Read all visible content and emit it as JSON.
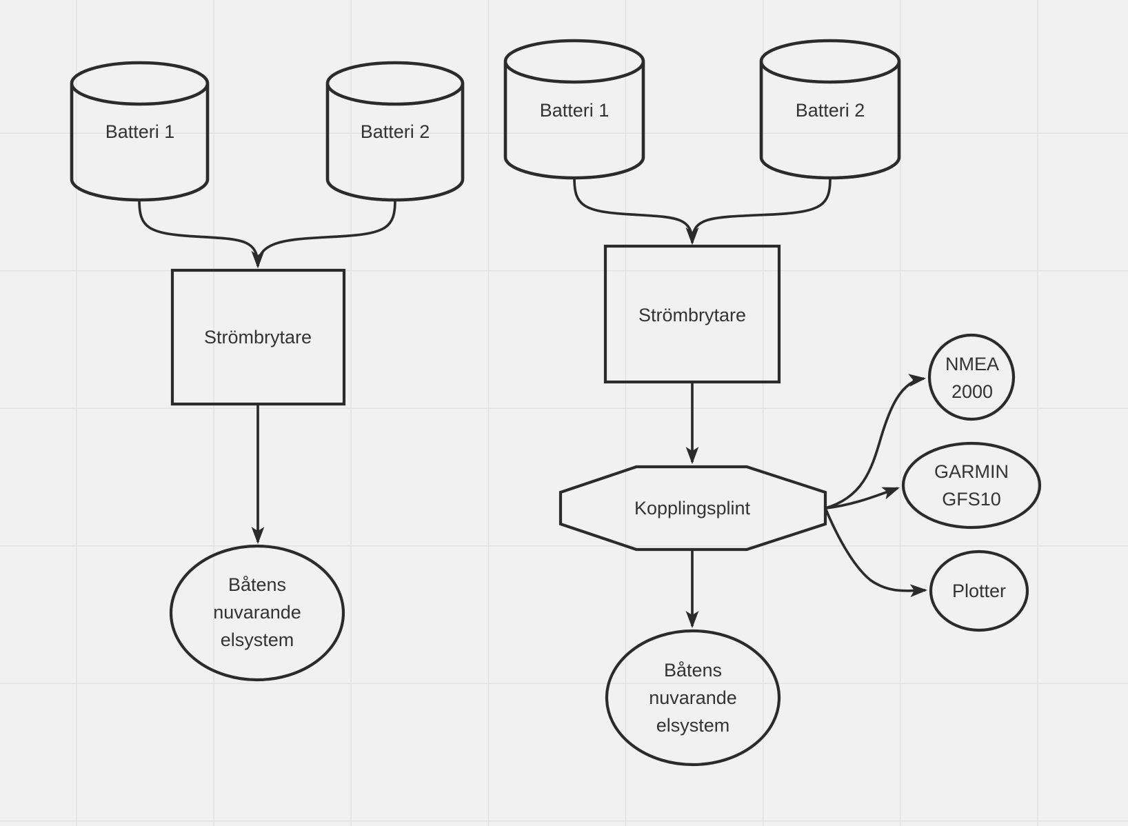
{
  "colors": {
    "background": "#f1f1f1",
    "grid_line": "#e2e2e3",
    "shape_stroke": "#2b2b2b",
    "text": "#333333"
  },
  "diagram_left": {
    "battery1": {
      "label": "Batteri 1"
    },
    "battery2": {
      "label": "Batteri 2"
    },
    "switch": {
      "label": "Strömbrytare"
    },
    "system": {
      "lines": [
        "Båtens",
        "nuvarande",
        "elsystem"
      ]
    }
  },
  "diagram_right": {
    "battery1": {
      "label": "Batteri 1"
    },
    "battery2": {
      "label": "Batteri 2"
    },
    "switch": {
      "label": "Strömbrytare"
    },
    "terminal": {
      "label": "Kopplingsplint"
    },
    "system": {
      "lines": [
        "Båtens",
        "nuvarande",
        "elsystem"
      ]
    },
    "nmea": {
      "lines": [
        "NMEA",
        "2000"
      ]
    },
    "garmin": {
      "lines": [
        "GARMIN",
        "GFS10"
      ]
    },
    "plotter": {
      "label": "Plotter"
    }
  }
}
